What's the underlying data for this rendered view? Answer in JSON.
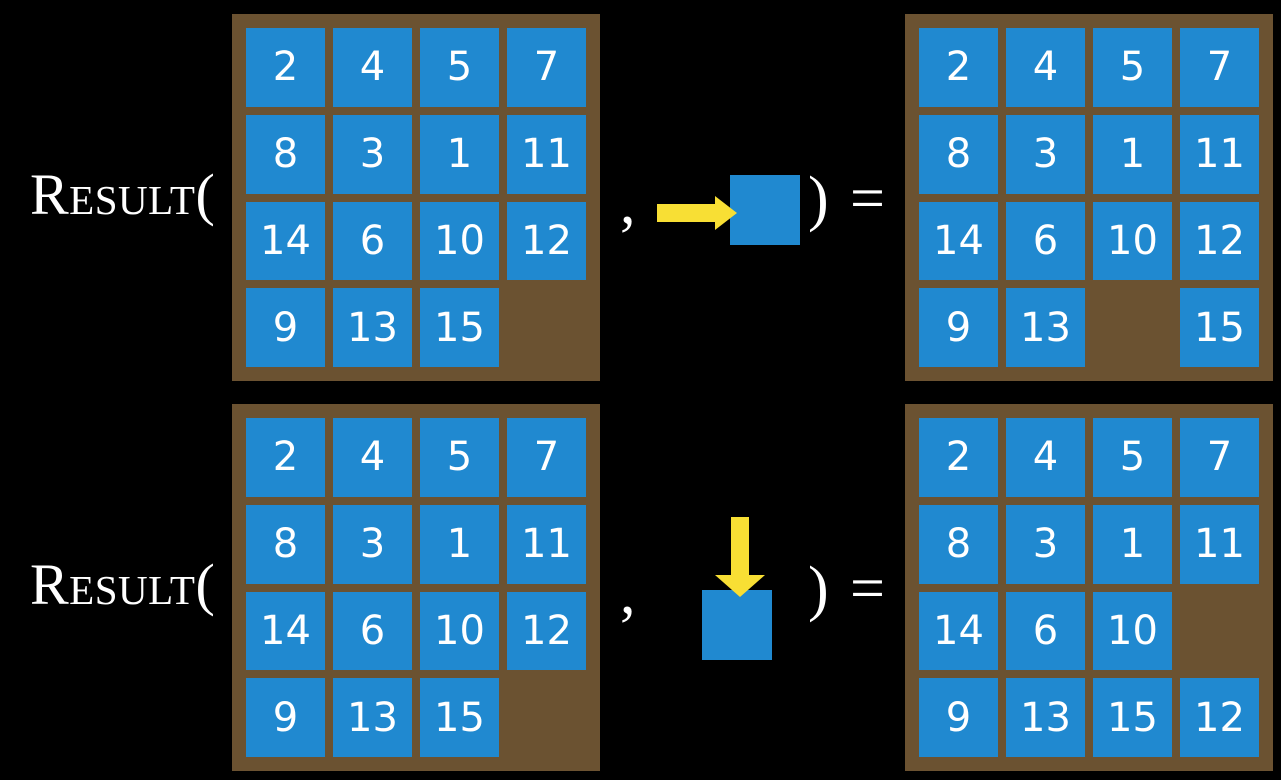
{
  "background_color": "#000000",
  "colors": {
    "tile": "#2089d0",
    "board_frame": "#6b5231",
    "arrow": "#f8df34",
    "text": "#ffffff"
  },
  "rows": [
    {
      "id": "row-1",
      "label": "Result(",
      "comma": ",",
      "paren_close": ")",
      "equals": "=",
      "operation": {
        "name": "move-tile-right",
        "arrow_direction": "right",
        "blank_tile_label": ""
      },
      "input_board": {
        "name": "input-board-row-1",
        "rows": [
          [
            "2",
            "4",
            "5",
            "7"
          ],
          [
            "8",
            "3",
            "1",
            "11"
          ],
          [
            "14",
            "6",
            "10",
            "12"
          ],
          [
            "9",
            "13",
            "15",
            ""
          ]
        ]
      },
      "output_board": {
        "name": "output-board-row-1",
        "rows": [
          [
            "2",
            "4",
            "5",
            "7"
          ],
          [
            "8",
            "3",
            "1",
            "11"
          ],
          [
            "14",
            "6",
            "10",
            "12"
          ],
          [
            "9",
            "13",
            "",
            "15"
          ]
        ]
      }
    },
    {
      "id": "row-2",
      "label": "Result(",
      "comma": ",",
      "paren_close": ")",
      "equals": "=",
      "operation": {
        "name": "move-tile-down",
        "arrow_direction": "down",
        "blank_tile_label": ""
      },
      "input_board": {
        "name": "input-board-row-2",
        "rows": [
          [
            "2",
            "4",
            "5",
            "7"
          ],
          [
            "8",
            "3",
            "1",
            "11"
          ],
          [
            "14",
            "6",
            "10",
            "12"
          ],
          [
            "9",
            "13",
            "15",
            ""
          ]
        ]
      },
      "output_board": {
        "name": "output-board-row-2",
        "rows": [
          [
            "2",
            "4",
            "5",
            "7"
          ],
          [
            "8",
            "3",
            "1",
            "11"
          ],
          [
            "14",
            "6",
            "10",
            ""
          ],
          [
            "9",
            "13",
            "15",
            "12"
          ]
        ]
      }
    }
  ]
}
